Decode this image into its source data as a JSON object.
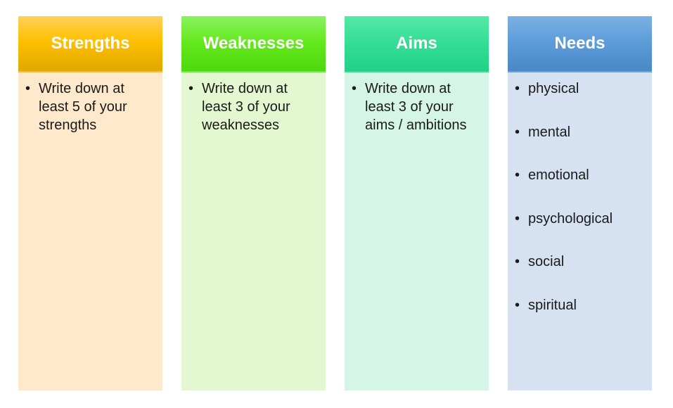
{
  "columns": [
    {
      "title": "Strengths",
      "items": [
        "Write down at least 5 of your strengths"
      ],
      "header_color": "#ffc000",
      "body_color": "#ffe9cd"
    },
    {
      "title": "Weaknesses",
      "items": [
        "Write down at least 3 of your weaknesses"
      ],
      "header_color": "#62e81a",
      "body_color": "#e3f8d0"
    },
    {
      "title": "Aims",
      "items": [
        "Write down at least 3 of your aims / ambitions"
      ],
      "header_color": "#34dd95",
      "body_color": "#d5f5e6"
    },
    {
      "title": "Needs",
      "items": [
        "physical",
        "mental",
        "emotional",
        "psychological",
        "social",
        "spiritual"
      ],
      "header_color": "#5a9bd8",
      "body_color": "#d6e2f2"
    }
  ]
}
